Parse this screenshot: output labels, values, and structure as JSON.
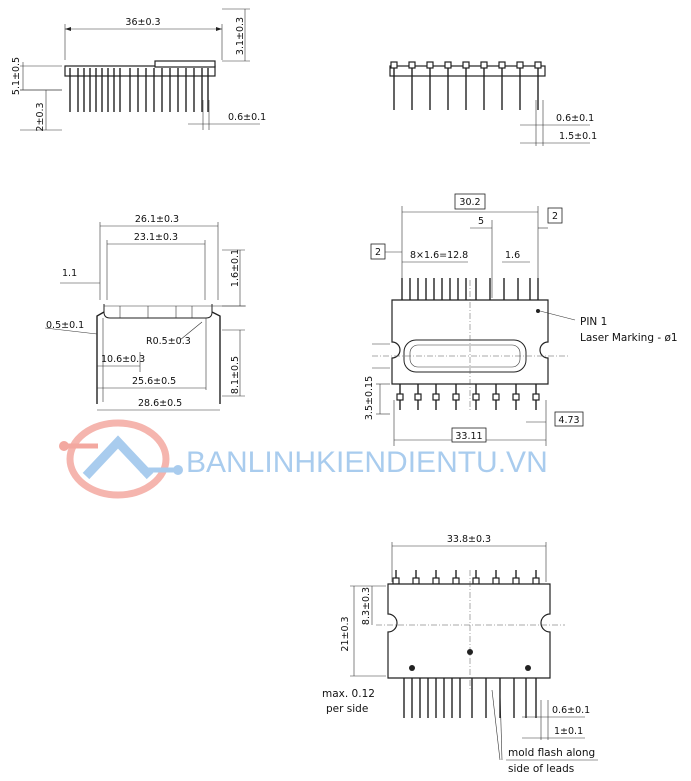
{
  "watermark": {
    "text": "BANLINHKIENDIENTU.VN",
    "color": "#a9ccee",
    "accent": "#f3a8a0",
    "icon": "circuit-logo-icon"
  },
  "top_left_view": {
    "width": "36±0.3",
    "height_top": "3.1±0.3",
    "height_body": "5.1±0.5",
    "lead_length": "2±0.3",
    "lead_width": "0.6±0.1"
  },
  "top_right_view": {
    "lead_width": "0.6±0.1",
    "lead_pitch": "1.5±0.1"
  },
  "side_view": {
    "width_outer": "26.1±0.3",
    "width_inner": "23.1±0.3",
    "offset": "1.1",
    "thickness": "0.5±0.1",
    "radius": "R0.5±0.3",
    "lead_height": "1.6±0.1",
    "height": "8.1±0.5",
    "span_small": "10.6±0.3",
    "span_mid": "25.6±0.5",
    "span_total": "28.6±0.5"
  },
  "front_view": {
    "top_span": "30.2",
    "half_span": "5",
    "pitch_total": "8×1.6=12.8",
    "pitch": "1.6",
    "flag_left": "2",
    "flag_right": "2",
    "pin1_label": "PIN 1",
    "laser_marking": "Laser Marking - ø1",
    "height": "3.5±0.15",
    "right_offset": "4.73",
    "bottom_span": "33.11"
  },
  "bottom_view": {
    "width": "33.8±0.3",
    "height": "21±0.3",
    "offset": "8.3±0.3",
    "max_flash": "max. 0.12",
    "per_side": "per side",
    "lead_width": "0.6±0.1",
    "lead_pitch": "1±0.1",
    "mold_flash": "mold flash along",
    "side_of_leads": "side of leads"
  }
}
